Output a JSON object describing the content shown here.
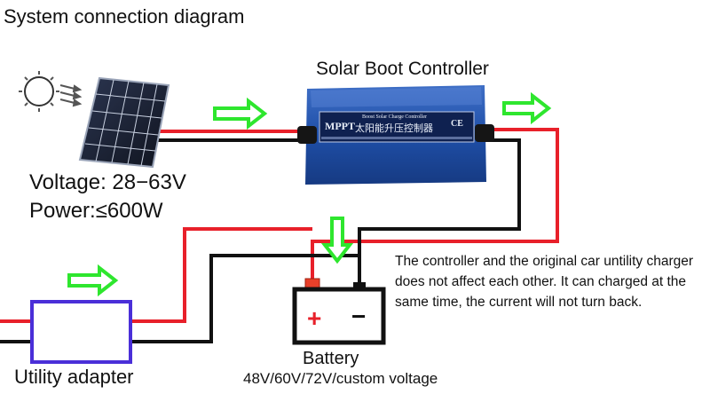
{
  "title": "System connection diagram",
  "controller": {
    "title": "Solar Boot Controller",
    "plate_brand": "MPPT",
    "plate_cn": "太阳能升压控制器",
    "plate_en": "Boost Solar Charge Controller",
    "plate_mark": "CE"
  },
  "solar_panel": {
    "voltage": "Voltage: 28−63V",
    "power": "Power:≤600W"
  },
  "battery": {
    "label": "Battery",
    "plus": "+",
    "minus": "−",
    "voltages": "48V/60V/72V/custom voltage"
  },
  "adapter": {
    "label": "Utility adapter"
  },
  "note": "The controller and the original car untility charger does not affect each other. It can charged at the same time, the current will not turn back.",
  "colors": {
    "wire_positive": "#e8202a",
    "wire_negative": "#111111",
    "flow_arrow": "#2ee62e",
    "controller_body": "#1f4fa8",
    "adapter_outline": "#4a2fd8",
    "battery_terminal_positive": "#e8402a"
  }
}
